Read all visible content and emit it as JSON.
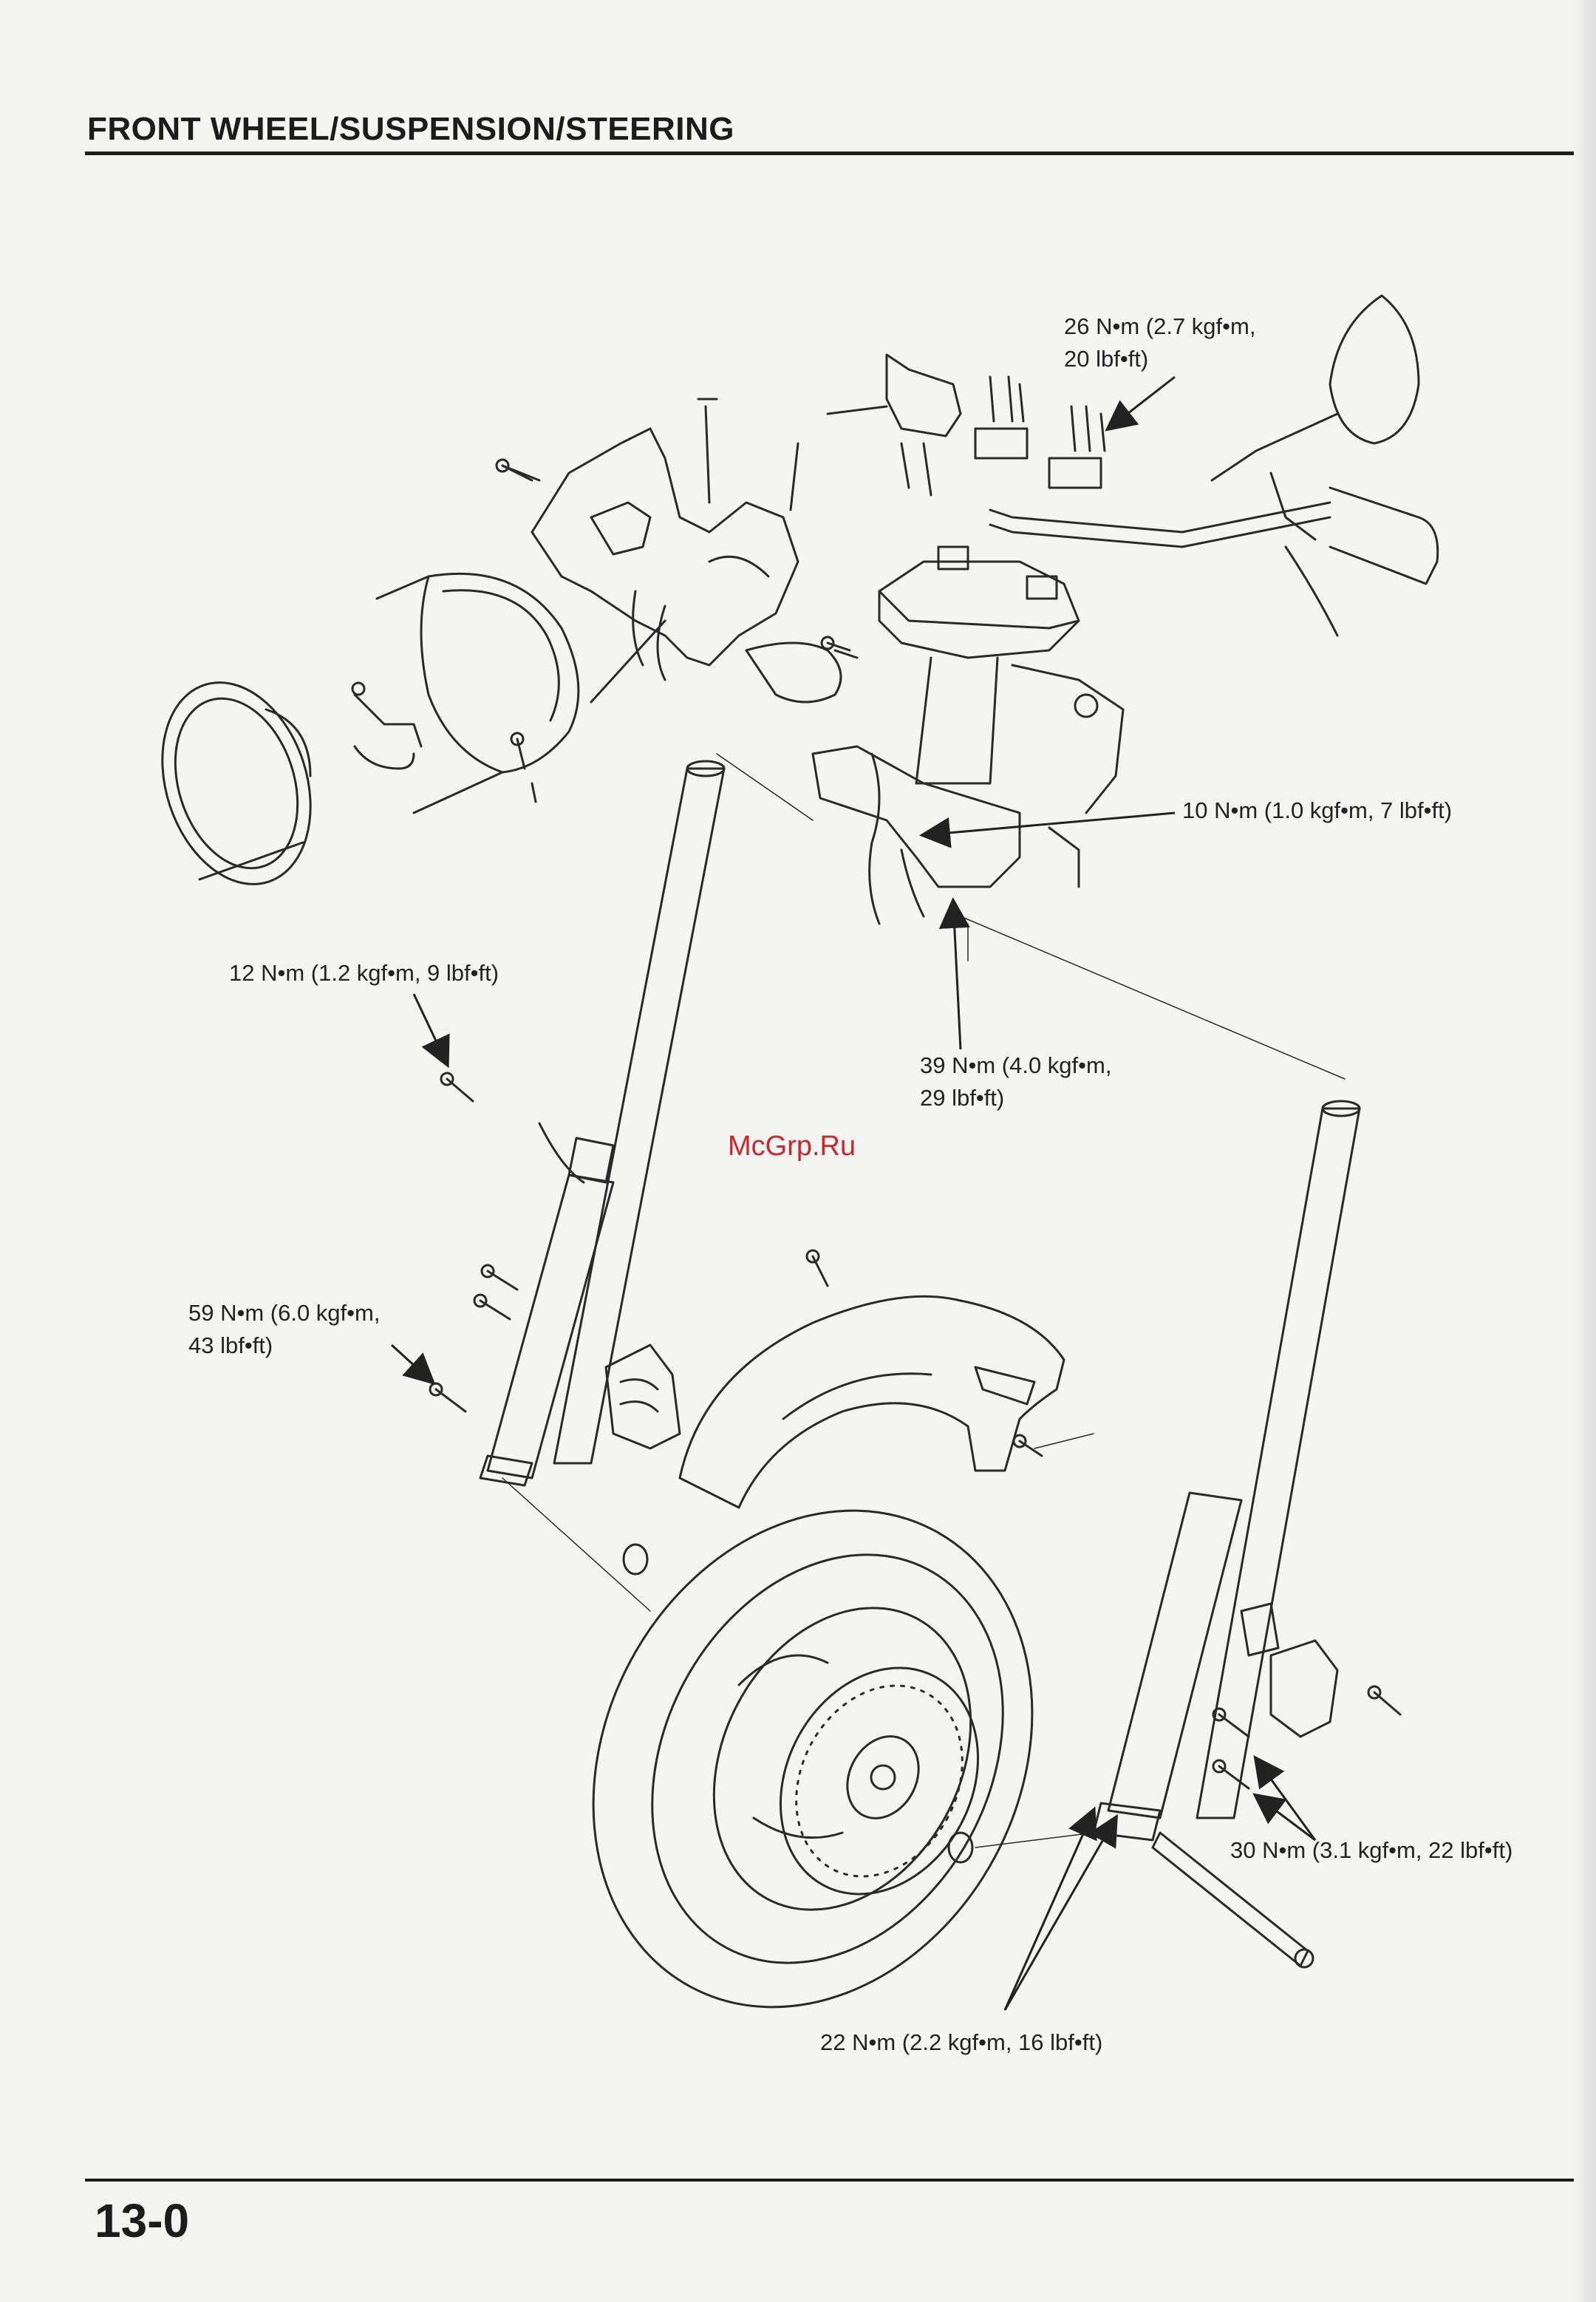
{
  "header": {
    "title": "FRONT WHEEL/SUSPENSION/STEERING"
  },
  "footer": {
    "page_number": "13-0"
  },
  "watermark": "McGrp.Ru",
  "torque_specs": [
    {
      "id": "handlebar-holder",
      "text": "26 N•m (2.7 kgf•m,\n20 lbf•ft)"
    },
    {
      "id": "top-bridge-pinch",
      "text": "10 N•m (1.0 kgf•m, 7 lbf•ft)"
    },
    {
      "id": "brake-hose-clamp",
      "text": "12 N•m (1.2 kgf•m, 9 lbf•ft)"
    },
    {
      "id": "bottom-bridge-pinch",
      "text": "39 N•m (4.0 kgf•m,\n29 lbf•ft)"
    },
    {
      "id": "axle-bolt",
      "text": "59 N•m (6.0 kgf•m,\n43 lbf•ft)"
    },
    {
      "id": "caliper-mount",
      "text": "30 N•m (3.1 kgf•m, 22 lbf•ft)"
    },
    {
      "id": "axle-pinch",
      "text": "22 N•m (2.2 kgf•m, 16 lbf•ft)"
    }
  ]
}
